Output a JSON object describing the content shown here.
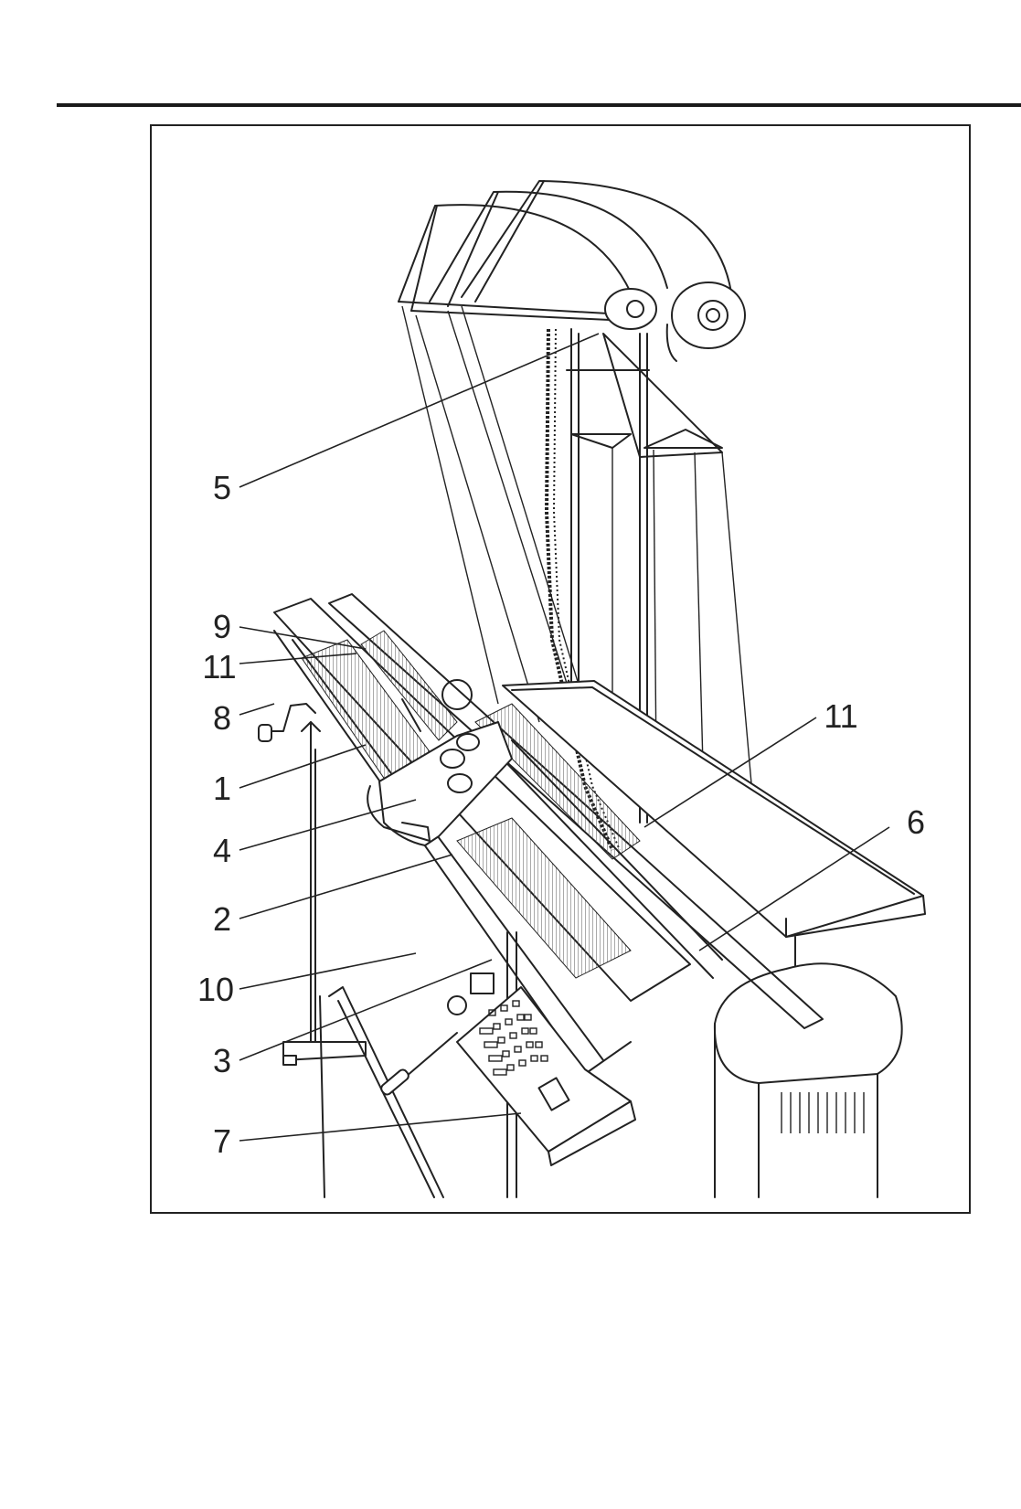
{
  "figure": {
    "callouts": [
      {
        "id": "c5",
        "label": "5"
      },
      {
        "id": "c9",
        "label": "9"
      },
      {
        "id": "c11a",
        "label": "11"
      },
      {
        "id": "c8",
        "label": "8"
      },
      {
        "id": "c1",
        "label": "1"
      },
      {
        "id": "c4",
        "label": "4"
      },
      {
        "id": "c2",
        "label": "2"
      },
      {
        "id": "c10",
        "label": "10"
      },
      {
        "id": "c3",
        "label": "3"
      },
      {
        "id": "c7",
        "label": "7"
      },
      {
        "id": "c11b",
        "label": "11"
      },
      {
        "id": "c6",
        "label": "6"
      }
    ]
  }
}
